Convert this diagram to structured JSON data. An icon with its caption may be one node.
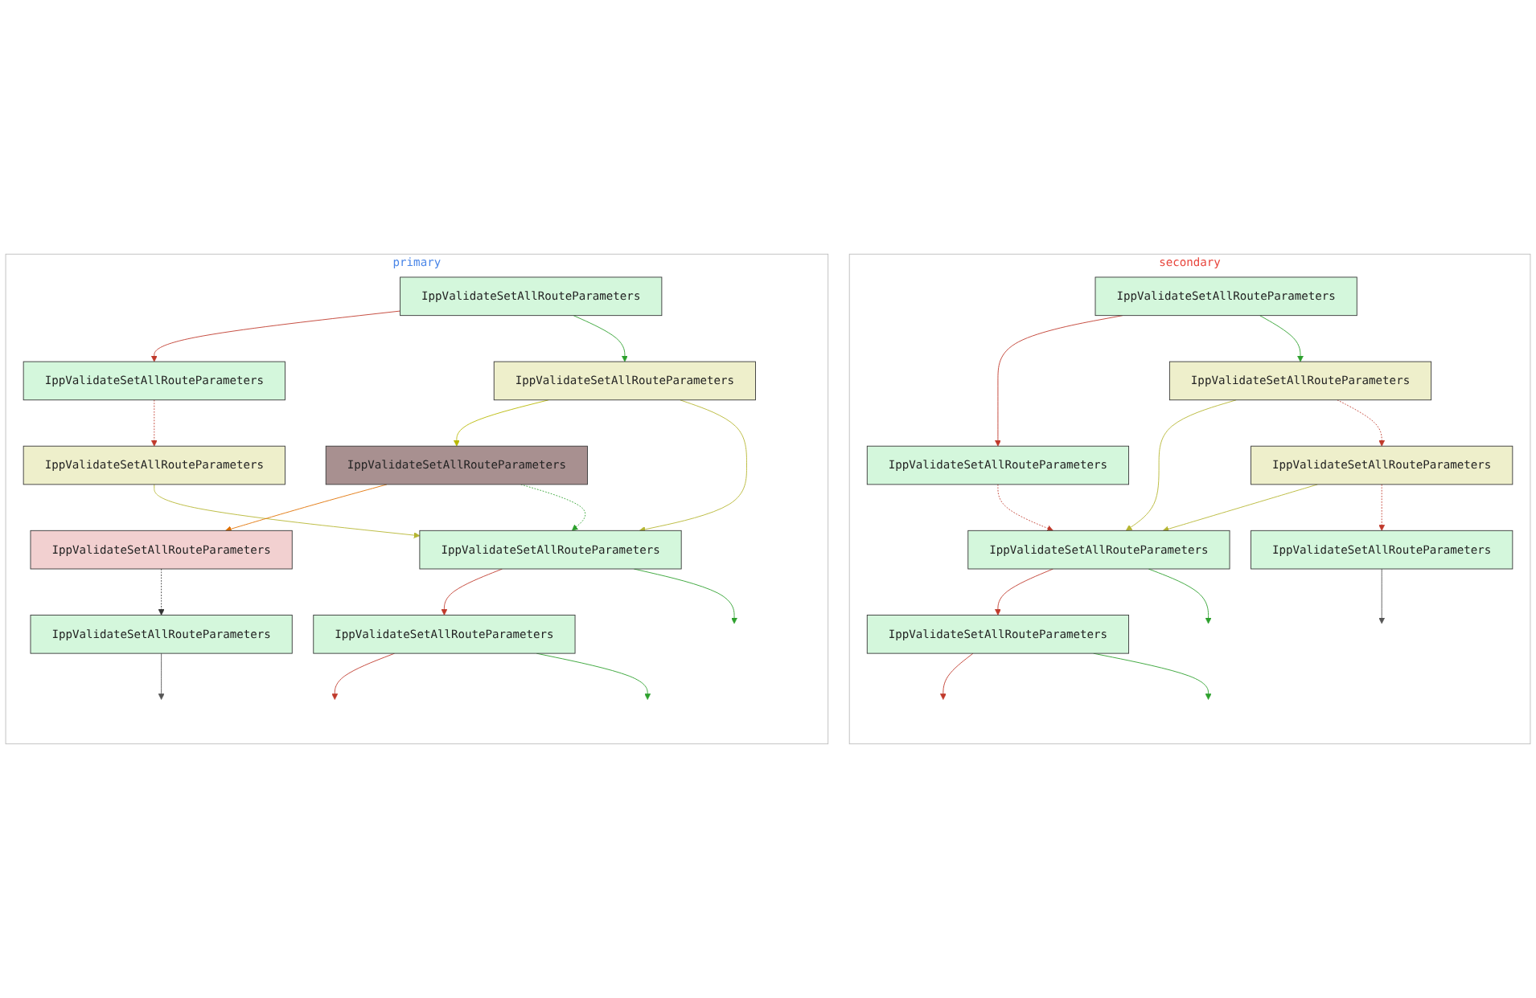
{
  "diagram": {
    "nodes": [
      {
        "text": [
          "primary"
        ]
      },
      {
        "text": [
          "IppValidateSetAllRouteParameters"
        ],
        "in": 0
      },
      {
        "text": [
          "IppValidateSetAllRouteParameters"
        ],
        "in": 0
      },
      {
        "text": [
          "IppValidateSetAllRouteParameters"
        ],
        "in": 0
      },
      {
        "text": [
          "IppValidateSetAllRouteParameters"
        ],
        "in": 0
      },
      {
        "text": [
          "IppValidateSetAllRouteParameters"
        ],
        "in": 0
      },
      {
        "text": [
          "IppValidateSetAllRouteParameters"
        ],
        "in": 0
      },
      {
        "text": [
          "IppValidateSetAllRouteParameters"
        ],
        "in": 0
      },
      {
        "text": [
          "IppValidateSetAllRouteParameters"
        ],
        "in": 0
      },
      {
        "text": [
          "IppValidateSetAllRouteParameters"
        ],
        "in": 0
      },
      {
        "text": [
          "secondary"
        ]
      },
      {
        "text": [
          "IppValidateSetAllRouteParameters"
        ],
        "in": 10
      },
      {
        "text": [
          "IppValidateSetAllRouteParameters"
        ],
        "in": 10
      },
      {
        "text": [
          "IppValidateSetAllRouteParameters"
        ],
        "in": 10
      },
      {
        "text": [
          "IppValidateSetAllRouteParameters"
        ],
        "in": 10
      },
      {
        "text": [
          "IppValidateSetAllRouteParameters"
        ],
        "in": 10
      },
      {
        "text": [
          "IppValidateSetAllRouteParameters"
        ],
        "in": 10
      },
      {
        "text": [
          "IppValidateSetAllRouteParameters"
        ],
        "in": 10
      }
    ],
    "edges": [
      {
        "from": 1,
        "to": 2,
        "arrow": "to"
      },
      {
        "from": 1,
        "to": 3,
        "arrow": "to",
        "color": "#2ca02c"
      },
      {
        "from": 2,
        "to": 4,
        "arrow": "to",
        "style": "dashed"
      },
      {
        "from": 3,
        "to": 5,
        "arrow": "to",
        "color": "#b8b800"
      },
      {
        "from": 3,
        "to": 7,
        "arrow": "to",
        "color": "#b5b530"
      },
      {
        "from": 4,
        "to": 7,
        "arrow": "to",
        "color": "#b5b530"
      },
      {
        "from": 5,
        "to": 6,
        "arrow": "to",
        "color": "#e07000"
      },
      {
        "from": 5,
        "to": 7,
        "arrow": "to",
        "style": "dashed",
        "color": "#2ca02c"
      },
      {
        "from": 6,
        "to": 8,
        "arrow": "to",
        "style": "dashed",
        "color": "#333333"
      },
      {
        "from": 7,
        "to": 9,
        "arrow": "to"
      },
      {
        "from": 7,
        "to": null,
        "arrow": "to",
        "color": "#2ca02c"
      },
      {
        "from": 8,
        "to": null,
        "arrow": "to",
        "color": "#555555"
      },
      {
        "from": 9,
        "to": null,
        "arrow": "to",
        "color": "#c0392b"
      },
      {
        "from": 9,
        "to": null,
        "arrow": "to",
        "color": "#2ca02c"
      },
      {
        "from": 11,
        "to": 12,
        "arrow": "to"
      },
      {
        "from": 11,
        "to": 13,
        "arrow": "to",
        "color": "#2ca02c"
      },
      {
        "from": 12,
        "to": 15,
        "arrow": "to",
        "style": "dashed"
      },
      {
        "from": 13,
        "to": 14,
        "arrow": "to",
        "style": "dashed"
      },
      {
        "from": 13,
        "to": 15,
        "arrow": "to",
        "color": "#b5b530"
      },
      {
        "from": 14,
        "to": 15,
        "arrow": "to",
        "color": "#b5b530"
      },
      {
        "from": 14,
        "to": 16,
        "arrow": "to",
        "style": "dashed"
      },
      {
        "from": 15,
        "to": 17,
        "arrow": "to"
      },
      {
        "from": 15,
        "to": null,
        "arrow": "to",
        "color": "#2ca02c"
      },
      {
        "from": 16,
        "to": null,
        "arrow": "to",
        "color": "#555555"
      },
      {
        "from": 17,
        "to": null,
        "arrow": "to",
        "color": "#c0392b"
      },
      {
        "from": 17,
        "to": null,
        "arrow": "to",
        "color": "#2ca02c"
      }
    ]
  }
}
